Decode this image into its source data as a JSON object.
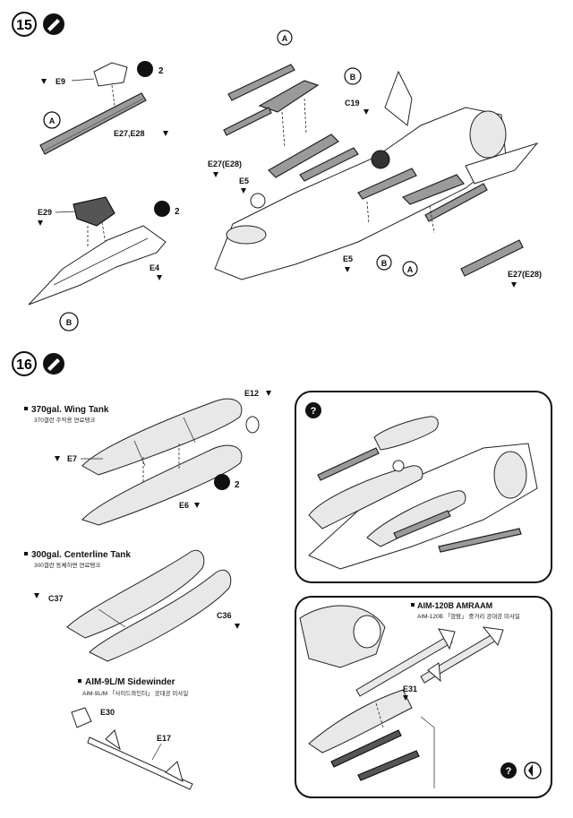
{
  "step15": {
    "number": "15",
    "parts": {
      "E9": "E9",
      "E27E28_top": "E27,E28",
      "E29": "E29",
      "E4": "E4",
      "A_circle": "A",
      "B_circle": "B",
      "C19": "C19",
      "E27E28_left": "E27(E28)",
      "E5_left": "E5",
      "E5_bottom": "E5",
      "E27E28_right": "E27(E28)",
      "A_top": "A",
      "B_top": "B",
      "B_bottom": "B",
      "A_bottom": "A",
      "qty1": "2",
      "qty2": "2"
    }
  },
  "step16": {
    "number": "16",
    "wing_tank": {
      "title": "370gal. Wing Tank",
      "korean": "370갤런 주익용 연료탱크",
      "E12": "E12",
      "E7": "E7",
      "E6": "E6",
      "qty": "2"
    },
    "center_tank": {
      "title": "300gal. Centerline Tank",
      "korean": "300갤런 동체하면 연료탱크",
      "C37": "C37",
      "C36": "C36"
    },
    "sidewinder": {
      "title": "AIM-9L/M Sidewinder",
      "korean": "AIM-9L/M 「사이드와인더」 공대공 미사일",
      "E30": "E30",
      "E17": "E17"
    },
    "amraam": {
      "title": "AIM-120B AMRAAM",
      "korean": "AIM-120B 「암람」 중거리 공대공 미사일",
      "E31": "E31"
    },
    "box_top_icon": "?",
    "box_bottom_icon": "?"
  }
}
